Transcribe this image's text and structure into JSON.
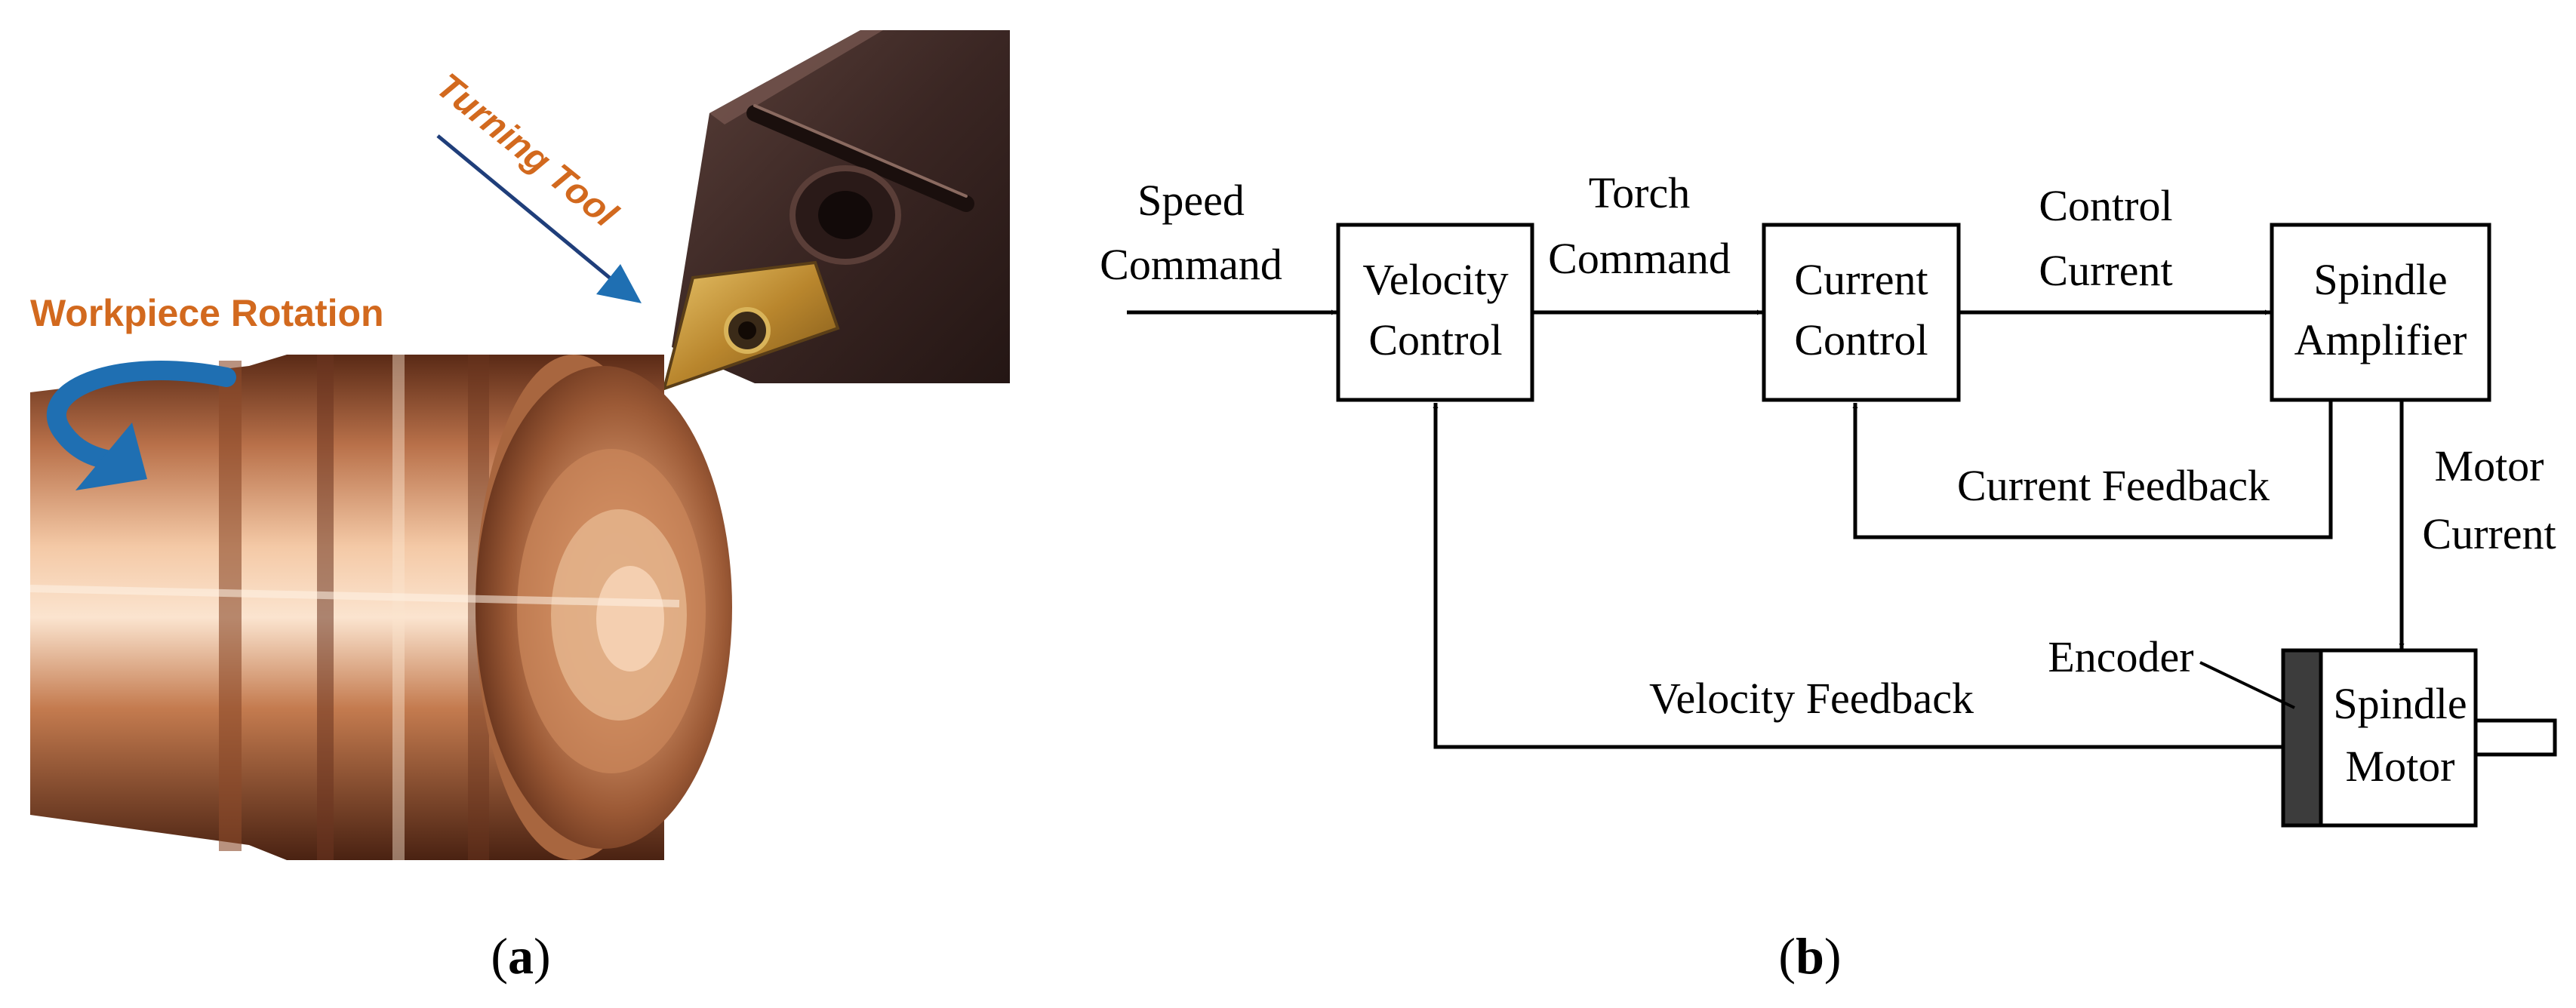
{
  "panel_a": {
    "label": "(a)",
    "label_letter": "a",
    "annotations": {
      "workpiece_rotation": "Workpiece Rotation",
      "turning_tool": "Turning Tool"
    },
    "colors": {
      "annotation_text": "#d2691e",
      "arrow": "#1f6fb2",
      "copper_light": "#f1c09c",
      "copper_mid": "#c98659",
      "copper_dark": "#6b3520",
      "tool_holder": "#3a2a26",
      "insert_gold": "#c89a3a"
    }
  },
  "panel_b": {
    "label": "(b)",
    "label_letter": "b",
    "blocks": {
      "velocity_control": [
        "Velocity",
        "Control"
      ],
      "current_control": [
        "Current",
        "Control"
      ],
      "spindle_amplifier": [
        "Spindle",
        "Amplifier"
      ],
      "spindle_motor": [
        "Spindle",
        "Motor"
      ]
    },
    "signals": {
      "speed_command": [
        "Speed",
        "Command"
      ],
      "torch_command": [
        "Torch",
        "Command"
      ],
      "control_current": [
        "Control",
        "Current"
      ],
      "current_feedback": "Current Feedback",
      "motor_current": [
        "Motor",
        "Current"
      ],
      "velocity_feedback": "Velocity Feedback",
      "encoder": "Encoder"
    },
    "colors": {
      "line": "#000000",
      "encoder_fill": "#3c3c3c"
    }
  }
}
